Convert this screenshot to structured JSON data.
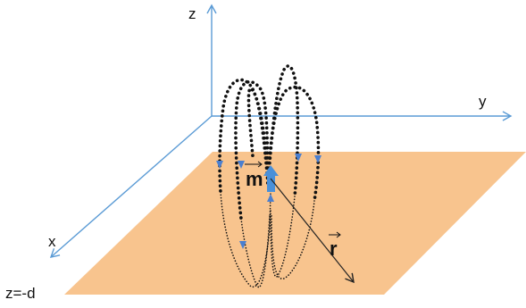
{
  "labels": {
    "z_axis": "z",
    "y_axis": "y",
    "x_axis": "x",
    "plane": "z=-d",
    "moment": "m",
    "position": "r"
  },
  "colors": {
    "axis": "#5b9bd5",
    "plane": "#f8c48e",
    "field_line": "#111111",
    "arrowhead": "#4a7fd0",
    "moment_arrow": "#4a90d9",
    "vector_r": "#222222"
  }
}
